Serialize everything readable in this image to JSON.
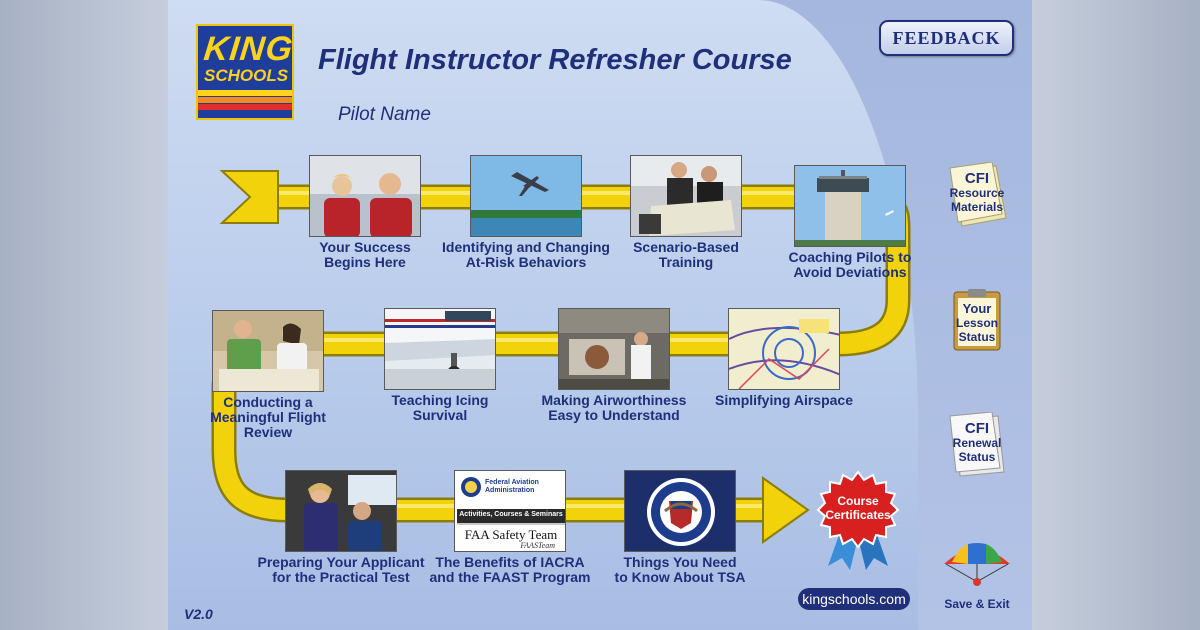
{
  "header": {
    "title": "Flight Instructor Refresher Course",
    "pilot_name": "Pilot Name",
    "feedback_label": "FEEDBACK"
  },
  "logo": {
    "line1": "KING",
    "line2": "SCHOOLS"
  },
  "modules": [
    {
      "line1": "Your Success",
      "line2": "Begins Here"
    },
    {
      "line1": "Identifying and Changing",
      "line2": "At-Risk Behaviors"
    },
    {
      "line1": "Scenario-Based",
      "line2": "Training"
    },
    {
      "line1": "Coaching Pilots to",
      "line2": "Avoid Deviations"
    },
    {
      "line1": "Conducting a",
      "line2": "Meaningful Flight",
      "line3": "Review"
    },
    {
      "line1": "Teaching Icing",
      "line2": "Survival"
    },
    {
      "line1": "Making Airworthiness",
      "line2": "Easy to Understand"
    },
    {
      "line1": "Simplifying Airspace"
    },
    {
      "line1": "Preparing Your Applicant",
      "line2": "for the Practical Test"
    },
    {
      "line1": "The Benefits of IACRA",
      "line2": "and the FAAST Program"
    },
    {
      "line1": "Things You Need",
      "line2": "to Know About TSA"
    }
  ],
  "faa_card": {
    "agency_line1": "Federal Aviation",
    "agency_line2": "Administration",
    "banner": "Activities, Courses & Seminars",
    "team": "FAA Safety Team",
    "faast": "FAASTeam"
  },
  "tools": {
    "resource": {
      "line1": "CFI",
      "line2": "Resource",
      "line3": "Materials",
      "icon": "document-icon"
    },
    "lesson": {
      "line1": "Your",
      "line2": "Lesson",
      "line3": "Status",
      "icon": "clipboard-icon"
    },
    "renewal": {
      "line1": "CFI",
      "line2": "Renewal",
      "line3": "Status",
      "icon": "document-icon"
    },
    "save_exit": {
      "label": "Save & Exit",
      "icon": "parachute-icon"
    }
  },
  "certificate": {
    "line1": "Course",
    "line2": "Certificates"
  },
  "version": "V2.0",
  "website": "kingschools.com",
  "colors": {
    "navy_text": "#1f2f7a",
    "arrow_yellow": "#f2d20a",
    "panel_blue": "#c3d3ee",
    "seal_red": "#d92020"
  }
}
